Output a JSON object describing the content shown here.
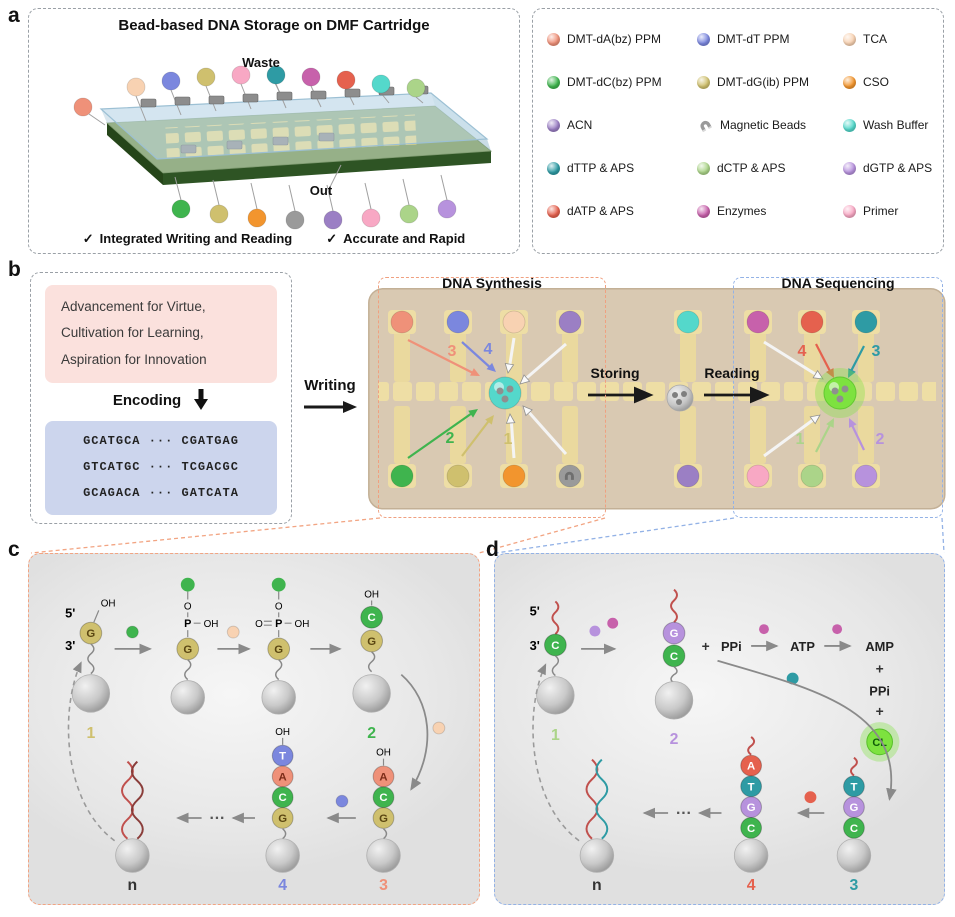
{
  "panels": {
    "a": "a",
    "b": "b",
    "c": "c",
    "d": "d"
  },
  "panel_a": {
    "title": "Bead-based DNA Storage on DMF Cartridge",
    "waste": "Waste",
    "out": "Out",
    "check_mark": "✓",
    "feature_1": "Integrated Writing and Reading",
    "feature_2": "Accurate and Rapid"
  },
  "legend": {
    "items": [
      {
        "label": "DMT-dA(bz) PPM",
        "color": "#ef9179"
      },
      {
        "label": "DMT-dT PPM",
        "color": "#7b87de"
      },
      {
        "label": "TCA",
        "color": "#f8d2b2"
      },
      {
        "label": "DMT-dC(bz) PPM",
        "color": "#3fb44e"
      },
      {
        "label": "DMT-dG(ib) PPM",
        "color": "#cfc06e"
      },
      {
        "label": "CSO",
        "color": "#f2952e"
      },
      {
        "label": "ACN",
        "color": "#9b7fc4"
      },
      {
        "label": "Magnetic Beads",
        "color": "#9a9a9a"
      },
      {
        "label": "Wash Buffer",
        "color": "#54d8cb"
      },
      {
        "label": "dTTP & APS",
        "color": "#2e9ba4"
      },
      {
        "label": "dCTP & APS",
        "color": "#abd489"
      },
      {
        "label": "dGTP & APS",
        "color": "#b792dd"
      },
      {
        "label": "dATP & APS",
        "color": "#e5614e"
      },
      {
        "label": "Enzymes",
        "color": "#c761ab"
      },
      {
        "label": "Primer",
        "color": "#f8a8c4"
      }
    ]
  },
  "panel_b": {
    "message_line_1": "Advancement for Virtue,",
    "message_line_2": "Cultivation for Learning,",
    "message_line_3": "Aspiration for Innovation",
    "encoding": "Encoding",
    "seq_1": "GCATGCA ··· CGATGAG",
    "seq_2": "GTCATGC ··· TCGACGC",
    "seq_3": "GCAGACA ··· GATCATA",
    "writing": "Writing",
    "storing": "Storing",
    "reading": "Reading",
    "synthesis_title": "DNA Synthesis",
    "sequencing_title": "DNA Sequencing",
    "syn_step_1": "1",
    "syn_step_2": "2",
    "syn_step_3": "3",
    "syn_step_4": "4",
    "seq_step_1": "1",
    "seq_step_2": "2",
    "seq_step_3": "3",
    "seq_step_4": "4"
  },
  "panel_c": {
    "five_prime": "5'",
    "three_prime": "3'",
    "oh": "OH",
    "o": "O",
    "p": "P",
    "base_g": "G",
    "base_c": "C",
    "base_a": "A",
    "base_t": "T",
    "step_1": "1",
    "step_2": "2",
    "step_3": "3",
    "step_4": "4",
    "step_n": "n",
    "dots": "···"
  },
  "panel_d": {
    "five_prime": "5'",
    "three_prime": "3'",
    "base_g": "G",
    "base_c": "C",
    "base_a": "A",
    "base_t": "T",
    "plus": "+",
    "ppi": "PPi",
    "atp": "ATP",
    "amp": "AMP",
    "cl": "CL",
    "step_1": "1",
    "step_2": "2",
    "step_3": "3",
    "step_4": "4",
    "step_n": "n",
    "dots": "···"
  },
  "colors": {
    "glow": "#7de23f",
    "strand": "#c0504d"
  }
}
